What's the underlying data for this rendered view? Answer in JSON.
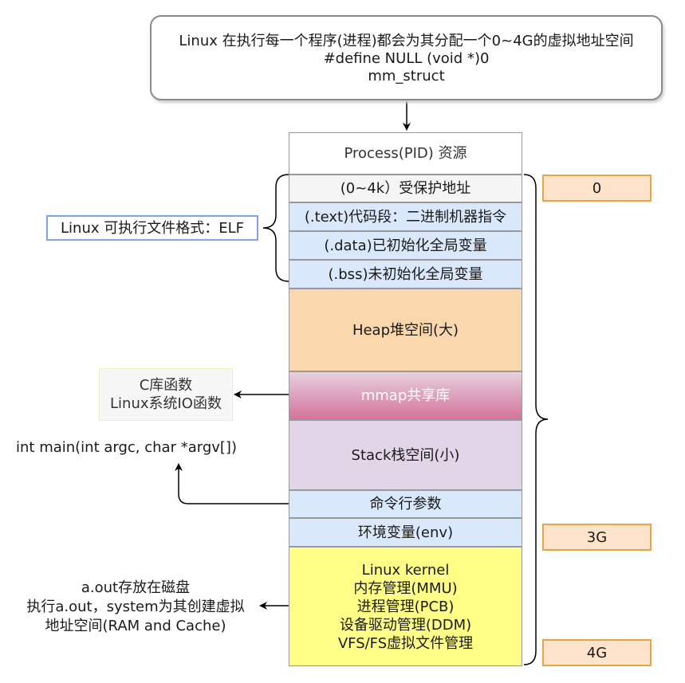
{
  "top_note": {
    "lines": [
      "Linux 在执行每一个程序(进程)都会为其分配一个0~4G的虚拟地址空间",
      "#define NULL (void *)0",
      "mm_struct"
    ]
  },
  "memory": {
    "process": "Process(PID) 资源",
    "protected": "(0~4k）受保护地址",
    "text": "(.text)代码段：二进制机器指令",
    "data": "(.data)已初始化全局变量",
    "bss": "(.bss)未初始化全局变量",
    "heap": "Heap堆空间(大)",
    "mmap": "mmap共享库",
    "stack": "Stack栈空间(小)",
    "args": "命令行参数",
    "env": "环境变量(env)",
    "kernel": [
      "Linux kernel",
      "内存管理(MMU)",
      "进程管理(PCB)",
      "设备驱动管理(DDM)",
      "VFS/FS虚拟文件管理"
    ]
  },
  "addresses": {
    "a0": "0",
    "a3g": "3G",
    "a4g": "4G"
  },
  "annotations": {
    "elf": "Linux 可执行文件格式：ELF",
    "clib": [
      "C库函数",
      "Linux系统IO函数"
    ],
    "main": "int main(int argc, char *argv[])",
    "aout": [
      "a.out存放在磁盘",
      "执行a.out，system为其创建虚拟",
      "地址空间(RAM and Cache)"
    ]
  },
  "colors": {
    "blue_cell": "#dae8fc",
    "heap": "#fad7ac",
    "stack": "#e1d5e7",
    "kernel": "#ffff88",
    "addr_fill": "#fde3ca",
    "addr_border": "#e3a64f",
    "mmap_top": "#e6d0de",
    "mmap_bottom": "#d5739d"
  }
}
